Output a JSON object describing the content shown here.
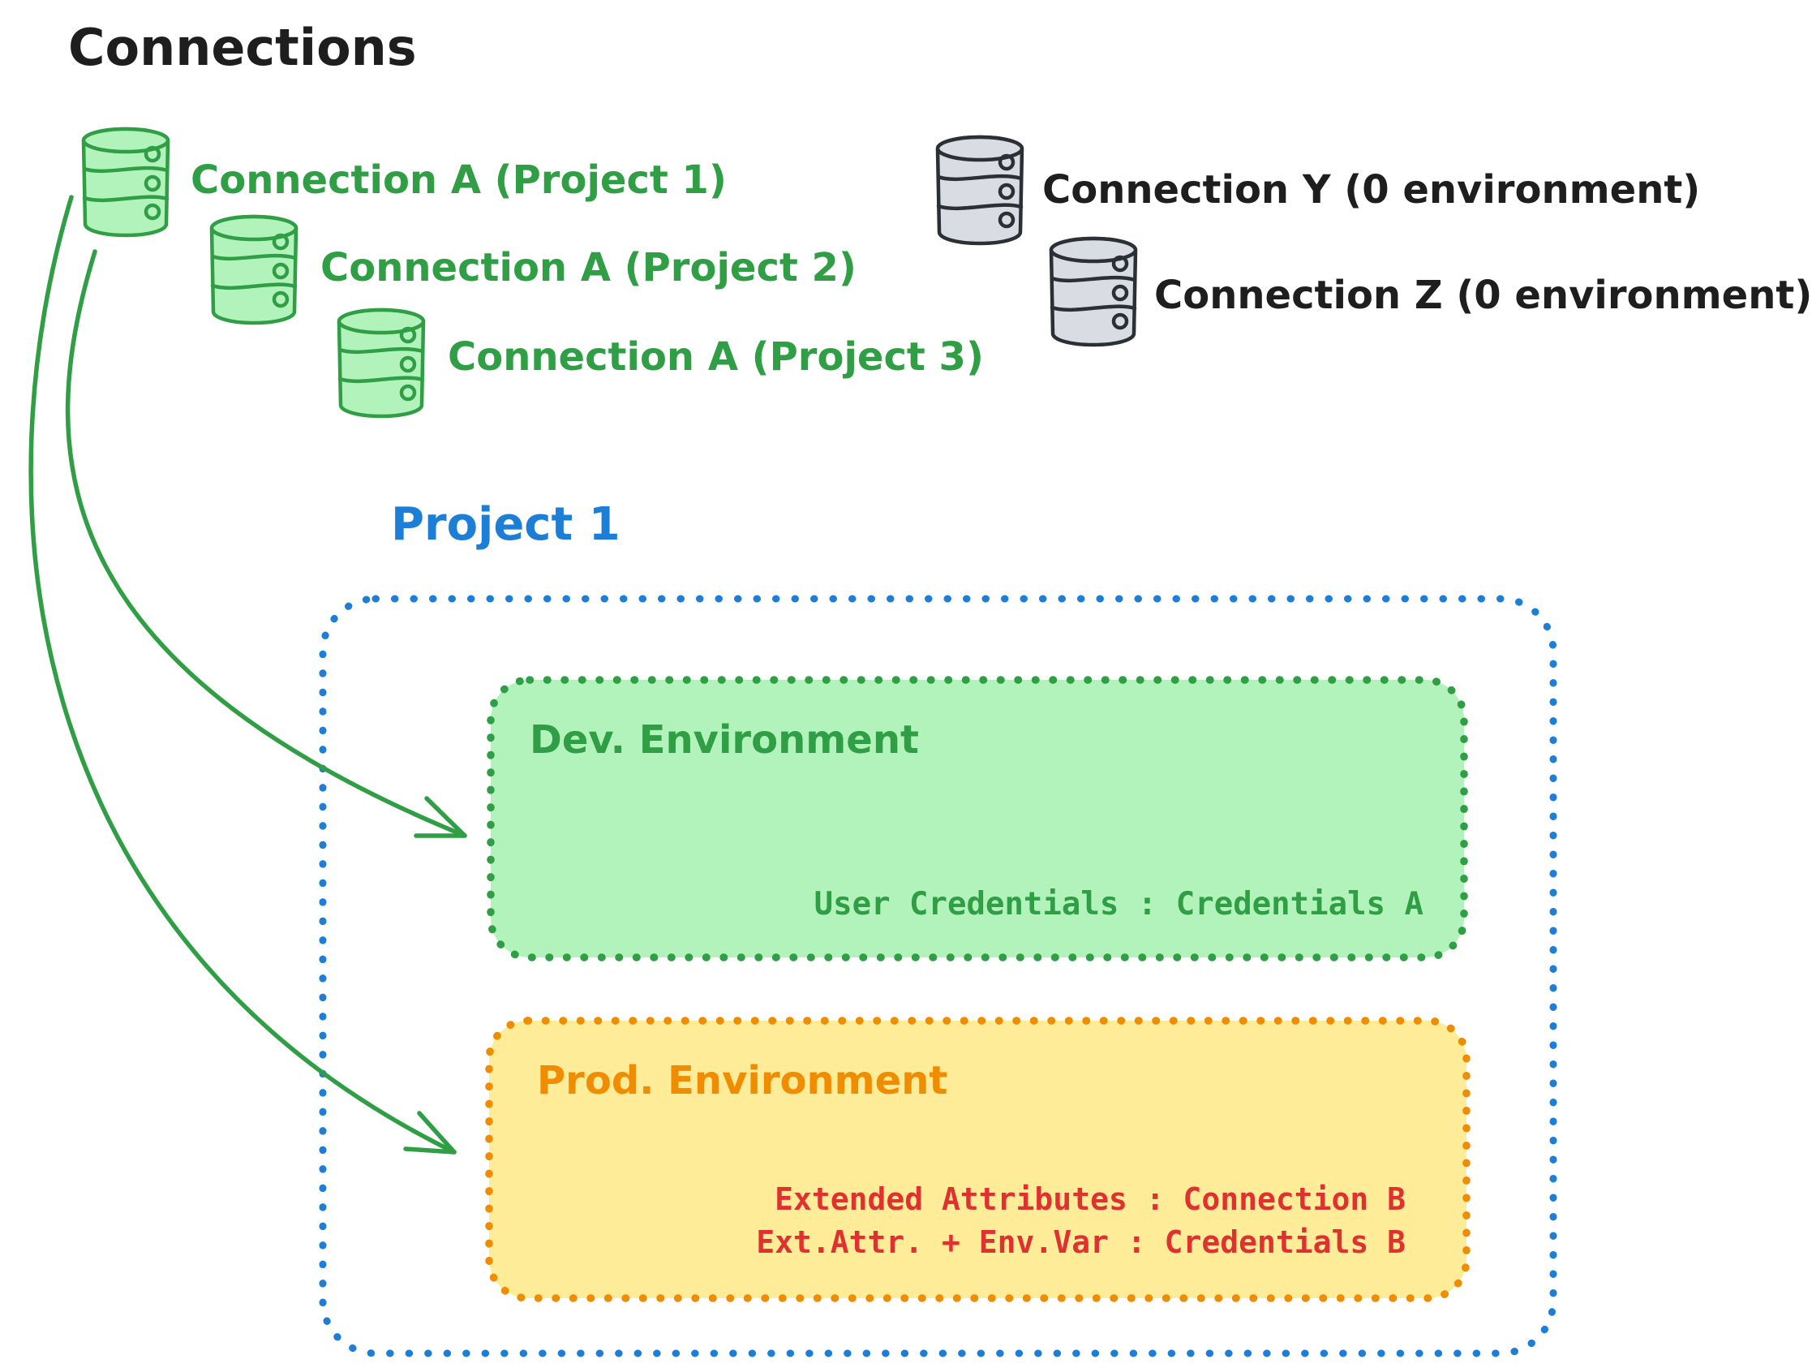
{
  "page": {
    "title": "Connections"
  },
  "connections": {
    "project_a": [
      {
        "label": "Connection A (Project 1)"
      },
      {
        "label": "Connection A (Project 2)"
      },
      {
        "label": "Connection A (Project 3)"
      }
    ],
    "unassigned": [
      {
        "label": "Connection Y (0 environment)"
      },
      {
        "label": "Connection Z (0 environment)"
      }
    ]
  },
  "project": {
    "title": "Project 1",
    "dev_environment": {
      "title": "Dev. Environment",
      "mapping": "User Credentials : Credentials A"
    },
    "prod_environment": {
      "title": "Prod. Environment",
      "mappings": [
        "Extended Attributes : Connection B",
        "Ext.Attr. + Env.Var : Credentials B"
      ]
    }
  },
  "colors": {
    "ink": "#1e1e1e",
    "green": "#2f9e44",
    "green_fill": "#b2f2bb",
    "blue": "#1c7ed6",
    "orange": "#f08c00",
    "orange_fill": "#ffec99",
    "red": "#e03131",
    "gray_fill": "#d9dde3",
    "gray_stroke": "#2b3035",
    "background": "#ffffff"
  }
}
